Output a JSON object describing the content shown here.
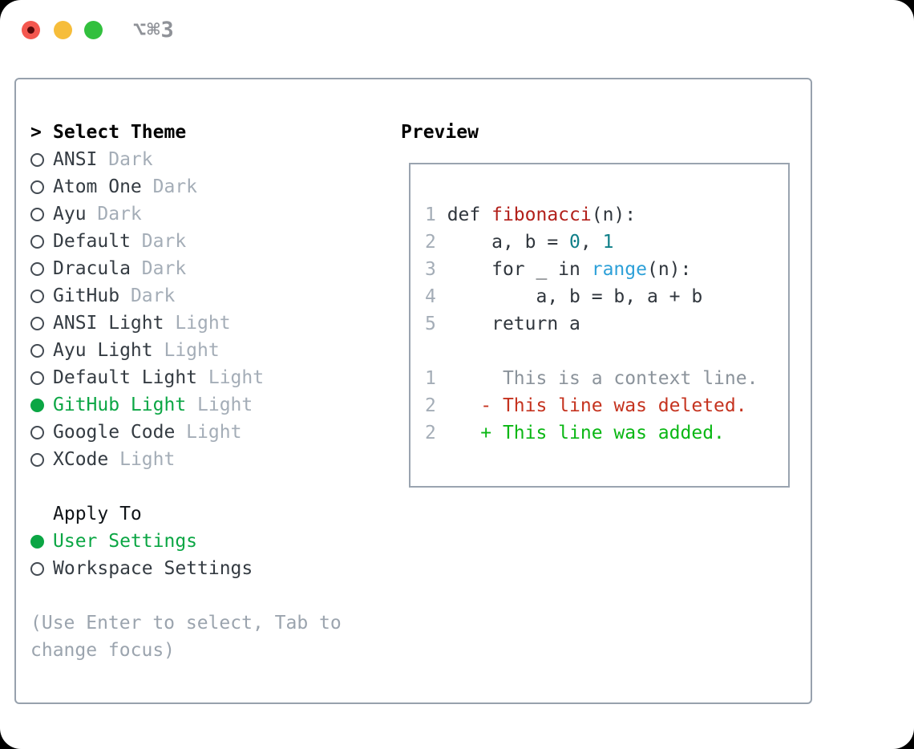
{
  "window": {
    "title": "⌥⌘3"
  },
  "titlebar": {
    "buttons": [
      {
        "name": "close-button",
        "icon": "traffic-light-red-icon"
      },
      {
        "name": "minimize-button",
        "icon": "traffic-light-yellow-icon"
      },
      {
        "name": "zoom-button",
        "icon": "traffic-light-green-icon"
      }
    ]
  },
  "theme_panel": {
    "prompt": ">",
    "title": "Select Theme",
    "themes": [
      {
        "name": "ANSI",
        "variant": "Dark",
        "selected": false
      },
      {
        "name": "Atom One",
        "variant": "Dark",
        "selected": false
      },
      {
        "name": "Ayu",
        "variant": "Dark",
        "selected": false
      },
      {
        "name": "Default",
        "variant": "Dark",
        "selected": false
      },
      {
        "name": "Dracula",
        "variant": "Dark",
        "selected": false
      },
      {
        "name": "GitHub",
        "variant": "Dark",
        "selected": false
      },
      {
        "name": "ANSI Light",
        "variant": "Light",
        "selected": false
      },
      {
        "name": "Ayu Light",
        "variant": "Light",
        "selected": false
      },
      {
        "name": "Default Light",
        "variant": "Light",
        "selected": false
      },
      {
        "name": "GitHub Light",
        "variant": "Light",
        "selected": true
      },
      {
        "name": "Google Code",
        "variant": "Light",
        "selected": false
      },
      {
        "name": "XCode",
        "variant": "Light",
        "selected": false
      }
    ],
    "apply_to": {
      "title": "Apply To",
      "options": [
        {
          "label": "User Settings",
          "selected": true
        },
        {
          "label": "Workspace Settings",
          "selected": false
        }
      ]
    },
    "hint": "(Use Enter to select, Tab to change focus)"
  },
  "preview": {
    "title": "Preview",
    "code_lines": [
      {
        "num": "1",
        "segments": [
          {
            "t": "def ",
            "c": "fg"
          },
          {
            "t": "fibonacci",
            "c": "func"
          },
          {
            "t": "(n):",
            "c": "fg"
          }
        ]
      },
      {
        "num": "2",
        "segments": [
          {
            "t": "    a, b = ",
            "c": "fg"
          },
          {
            "t": "0",
            "c": "num"
          },
          {
            "t": ", ",
            "c": "fg"
          },
          {
            "t": "1",
            "c": "num"
          }
        ]
      },
      {
        "num": "3",
        "segments": [
          {
            "t": "    for _ in ",
            "c": "fg"
          },
          {
            "t": "range",
            "c": "blue"
          },
          {
            "t": "(n):",
            "c": "fg"
          }
        ]
      },
      {
        "num": "4",
        "segments": [
          {
            "t": "        a, b = b, a + b",
            "c": "fg"
          }
        ]
      },
      {
        "num": "5",
        "segments": [
          {
            "t": "    return a",
            "c": "fg"
          }
        ]
      },
      {
        "num": "",
        "segments": []
      },
      {
        "num": "1",
        "segments": [
          {
            "t": "     This is a context line.",
            "c": "ctx"
          }
        ]
      },
      {
        "num": "2",
        "segments": [
          {
            "t": "   - This line was deleted.",
            "c": "del"
          }
        ]
      },
      {
        "num": "2",
        "segments": [
          {
            "t": "   + This line was added.",
            "c": "add"
          }
        ]
      }
    ]
  },
  "colors": {
    "selection_green": "#0ba644",
    "added_green": "#0ab714",
    "deleted_red": "#c5331f",
    "function_red": "#b2201b",
    "number_teal": "#0f7f88",
    "builtin_blue": "#2da0d8",
    "context_gray": "#8b939b",
    "line_number_gray": "#a4adb7",
    "panel_border_gray": "#97a1ad",
    "traffic_red": "#f4574f",
    "traffic_yellow": "#f6bd3a",
    "traffic_green": "#32c03e"
  }
}
